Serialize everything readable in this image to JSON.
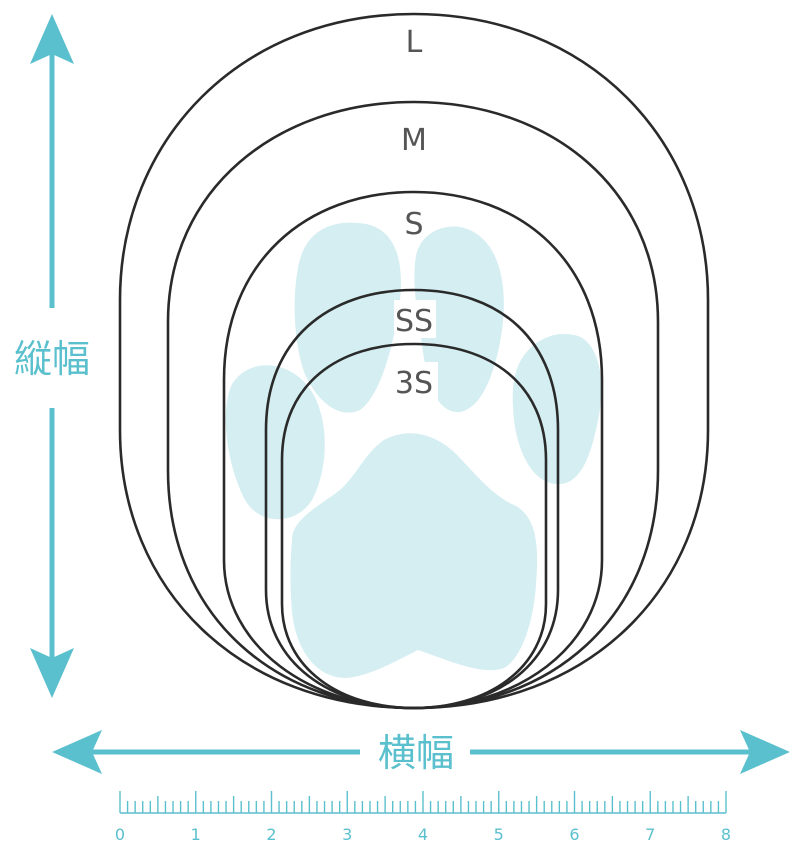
{
  "colors": {
    "accent": "#5bc0cd",
    "paw": "#d4eef2",
    "outline": "#2a2a2a",
    "label": "#555555"
  },
  "sizes": [
    {
      "label": "L"
    },
    {
      "label": "M"
    },
    {
      "label": "S"
    },
    {
      "label": "SS"
    },
    {
      "label": "3S"
    }
  ],
  "vertical_label": "縦幅",
  "horizontal_label": "横幅",
  "ruler": {
    "tick_labels": [
      "0",
      "1",
      "2",
      "3",
      "4",
      "5",
      "6",
      "7",
      "8"
    ]
  }
}
